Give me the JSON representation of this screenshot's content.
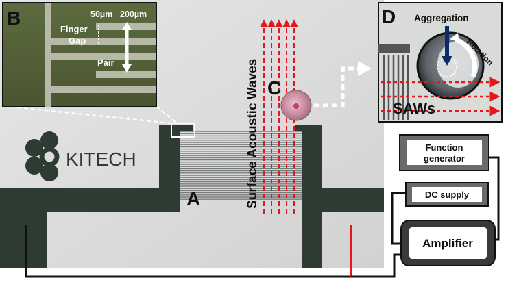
{
  "panels": {
    "a": {
      "letter": "A"
    },
    "b": {
      "letter": "B",
      "scale_small": "50µm",
      "scale_large": "200µm",
      "finger": "Finger",
      "gap": "Gap",
      "pair": "Pair"
    },
    "c": {
      "letter": "C",
      "saw_label": "Surface Acoustic Waves"
    },
    "d": {
      "letter": "D",
      "aggregation": "Aggregation",
      "rotation": "Rotation",
      "saws": "SAWs"
    }
  },
  "logo": {
    "text": "KITECH"
  },
  "equipment": {
    "function_generator": [
      "Function",
      "generator"
    ],
    "dc_supply": "DC supply",
    "amplifier": "Amplifier"
  },
  "colors": {
    "wave": "#e4181c",
    "electrode": "#2e3b33",
    "substrate": "#dcdcdc",
    "droplet": "#c2788f",
    "aggregation_arrow": "#0d2a6b"
  }
}
